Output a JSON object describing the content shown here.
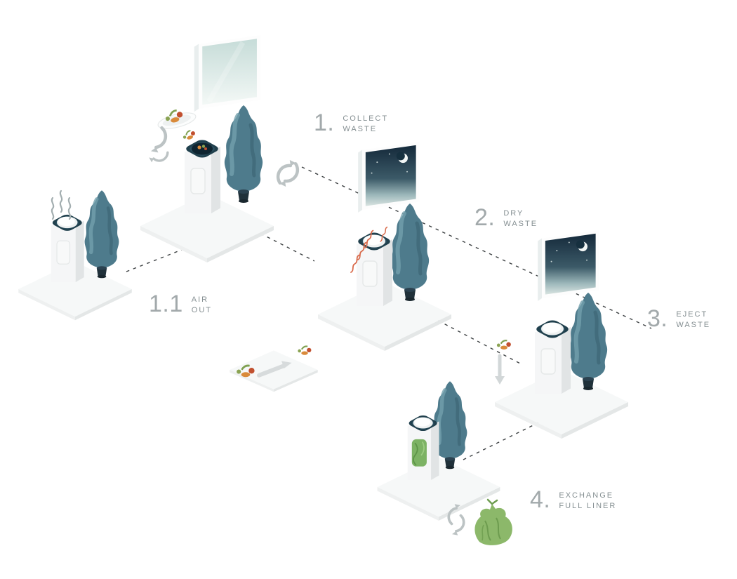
{
  "steps": [
    {
      "id": "collect-waste",
      "number": "1.",
      "label_line1": "COLLECT",
      "label_line2": "WASTE"
    },
    {
      "id": "air-out",
      "number": "1.1",
      "label_line1": "AIR",
      "label_line2": "OUT"
    },
    {
      "id": "dry-waste",
      "number": "2.",
      "label_line1": "DRY",
      "label_line2": "WASTE"
    },
    {
      "id": "eject-waste",
      "number": "3.",
      "label_line1": "EJECT",
      "label_line2": "WASTE"
    },
    {
      "id": "exchange-full-liner",
      "number": "4.",
      "label_line1": "EXCHANGE",
      "label_line2": "FULL LINER"
    }
  ],
  "colors": {
    "background": "#ffffff",
    "number_text": "#a2a9ab",
    "label_text": "#858f92",
    "dashed_line": "#3c4042",
    "accent_teal": "#20404d",
    "tree_green": "#4e7b8c",
    "heat_orange": "#d96a4b",
    "steam_gray": "#a3aeb0",
    "bag_green": "#8cb86a",
    "window_day": "#c6dcd8",
    "window_night": "#14293a"
  }
}
